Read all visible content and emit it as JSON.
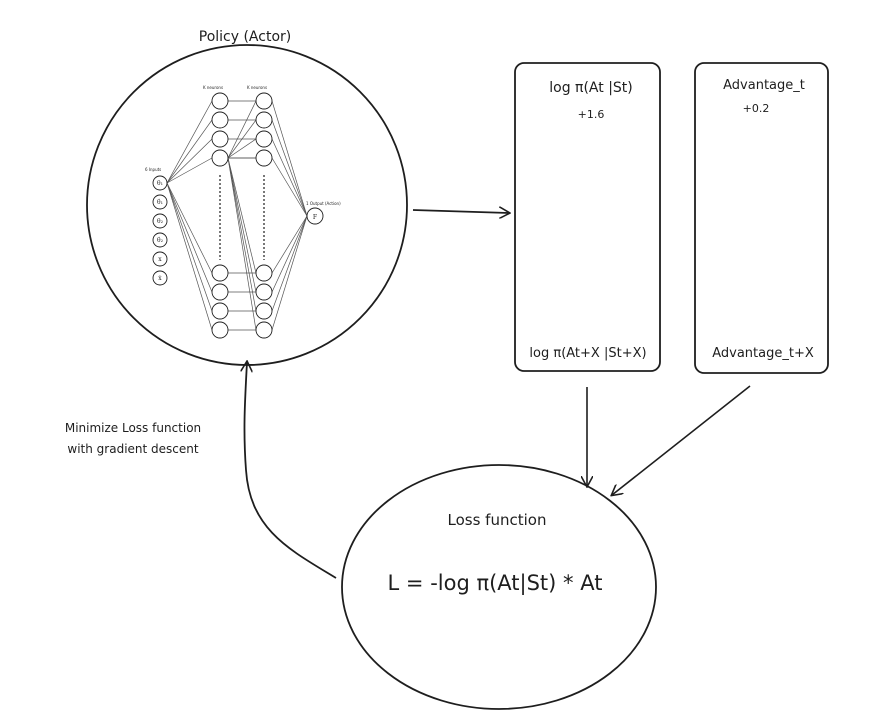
{
  "policy": {
    "title": "Policy (Actor)",
    "input_layer_label": "6 Inputs",
    "hidden1_label": "K neurons",
    "hidden2_label": "K neurons",
    "output_label": "1 Output (Action)",
    "inputs": [
      "θ₁",
      "θ̇₁",
      "θ₂",
      "θ̇₂",
      "x",
      "ẋ"
    ],
    "output_node": "F"
  },
  "logprob_box": {
    "top_label": "log π(At |St)",
    "top_value": "+1.6",
    "bottom_label": "log π(At+X |St+X)"
  },
  "advantage_box": {
    "top_label": "Advantage_t",
    "top_value": "+0.2",
    "bottom_label": "Advantage_t+X"
  },
  "loss": {
    "title": "Loss function",
    "formula": "L = -log π(At|St) * At"
  },
  "feedback": {
    "line1": "Minimize Loss function",
    "line2": "with gradient descent"
  }
}
